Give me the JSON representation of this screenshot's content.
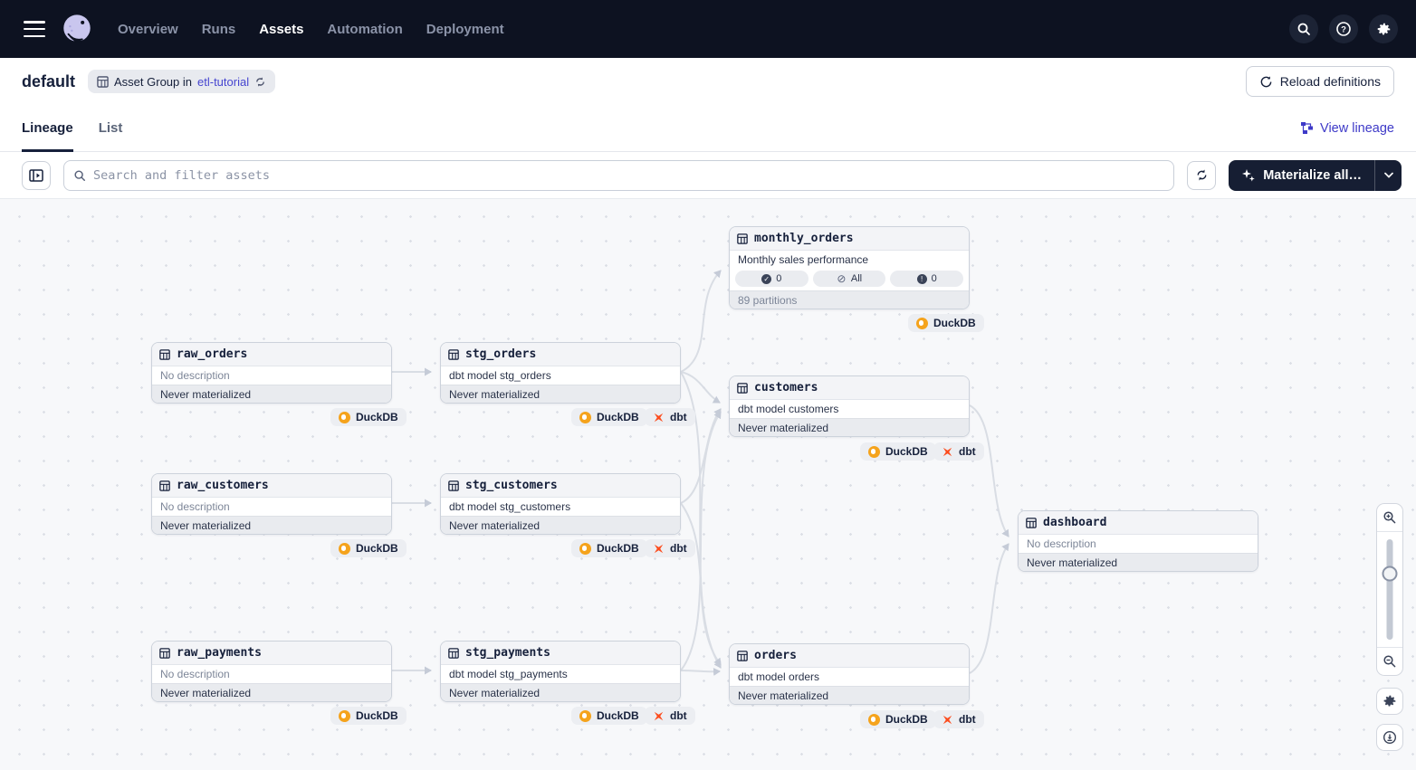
{
  "nav": {
    "items": [
      {
        "label": "Overview",
        "active": false
      },
      {
        "label": "Runs",
        "active": false
      },
      {
        "label": "Assets",
        "active": true
      },
      {
        "label": "Automation",
        "active": false
      },
      {
        "label": "Deployment",
        "active": false
      }
    ]
  },
  "header": {
    "title": "default",
    "badge_text": "Asset Group in",
    "badge_link": "etl-tutorial",
    "reload_label": "Reload definitions"
  },
  "tabs": {
    "items": [
      {
        "label": "Lineage",
        "active": true
      },
      {
        "label": "List",
        "active": false
      }
    ],
    "view_lineage_label": "View lineage"
  },
  "toolbar": {
    "search_placeholder": "Search and filter assets",
    "materialize_label": "Materialize all…"
  },
  "colors": {
    "nav_bg": "#0d1221",
    "accent_link": "#4645d0",
    "dark_button": "#161e33",
    "duckdb_orange": "#f5a31c",
    "dbt_orange": "#fc4c1d",
    "edge_gray": "#d9dde4"
  },
  "graph": {
    "nodes": [
      {
        "name": "monthly_orders",
        "description": "Monthly sales performance",
        "status": "89 partitions",
        "pills": [
          {
            "icon": "check-circle",
            "label": "0"
          },
          {
            "icon": "slash-circle",
            "label": "All"
          },
          {
            "icon": "exclaim-circle",
            "label": "0"
          }
        ],
        "tags": [
          "DuckDB"
        ]
      },
      {
        "name": "raw_orders",
        "description": "No description",
        "status": "Never materialized",
        "tags": [
          "DuckDB"
        ]
      },
      {
        "name": "stg_orders",
        "description": "dbt model stg_orders",
        "status": "Never materialized",
        "tags": [
          "DuckDB",
          "dbt"
        ]
      },
      {
        "name": "customers",
        "description": "dbt model customers",
        "status": "Never materialized",
        "tags": [
          "DuckDB",
          "dbt"
        ]
      },
      {
        "name": "raw_customers",
        "description": "No description",
        "status": "Never materialized",
        "tags": [
          "DuckDB"
        ]
      },
      {
        "name": "stg_customers",
        "description": "dbt model stg_customers",
        "status": "Never materialized",
        "tags": [
          "DuckDB",
          "dbt"
        ]
      },
      {
        "name": "dashboard",
        "description": "No description",
        "status": "Never materialized",
        "tags": []
      },
      {
        "name": "raw_payments",
        "description": "No description",
        "status": "Never materialized",
        "tags": [
          "DuckDB"
        ]
      },
      {
        "name": "stg_payments",
        "description": "dbt model stg_payments",
        "status": "Never materialized",
        "tags": [
          "DuckDB",
          "dbt"
        ]
      },
      {
        "name": "orders",
        "description": "dbt model orders",
        "status": "Never materialized",
        "tags": [
          "DuckDB",
          "dbt"
        ]
      }
    ],
    "edges": [
      "raw_orders→stg_orders",
      "raw_customers→stg_customers",
      "raw_payments→stg_payments",
      "stg_orders→monthly_orders",
      "stg_orders→customers",
      "stg_orders→orders",
      "stg_customers→customers",
      "stg_customers→orders",
      "stg_payments→customers",
      "stg_payments→orders",
      "customers→dashboard",
      "orders→dashboard"
    ]
  }
}
